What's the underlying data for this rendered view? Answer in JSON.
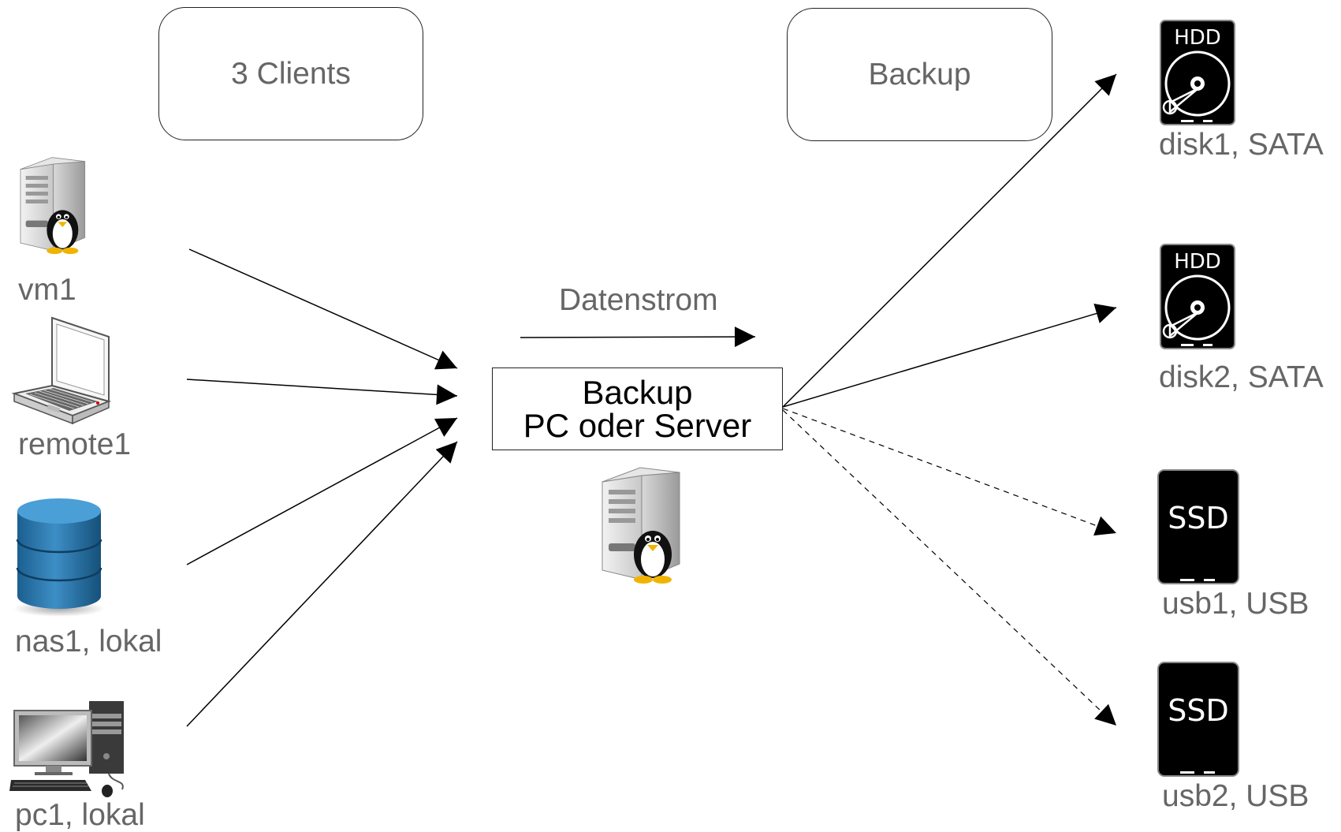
{
  "groups": {
    "clients_title": "3 Clients",
    "backup_title": "Backup"
  },
  "flow_label": "Datenstrom",
  "server": {
    "line1": "Backup",
    "line2": "PC oder Server"
  },
  "clients": [
    {
      "label": "vm1",
      "icon": "linux-server-icon"
    },
    {
      "label": "remote1",
      "icon": "laptop-icon"
    },
    {
      "label": "nas1, lokal",
      "icon": "database-icon"
    },
    {
      "label": "pc1, lokal",
      "icon": "desktop-pc-icon"
    }
  ],
  "targets": [
    {
      "label": "disk1, SATA",
      "icon": "hdd-icon",
      "badge": "HDD",
      "connection": "solid"
    },
    {
      "label": "disk2, SATA",
      "icon": "hdd-icon",
      "badge": "HDD",
      "connection": "solid"
    },
    {
      "label": "usb1, USB",
      "icon": "ssd-icon",
      "badge": "SSD",
      "connection": "dashed"
    },
    {
      "label": "usb2, USB",
      "icon": "ssd-icon",
      "badge": "SSD",
      "connection": "dashed"
    }
  ]
}
